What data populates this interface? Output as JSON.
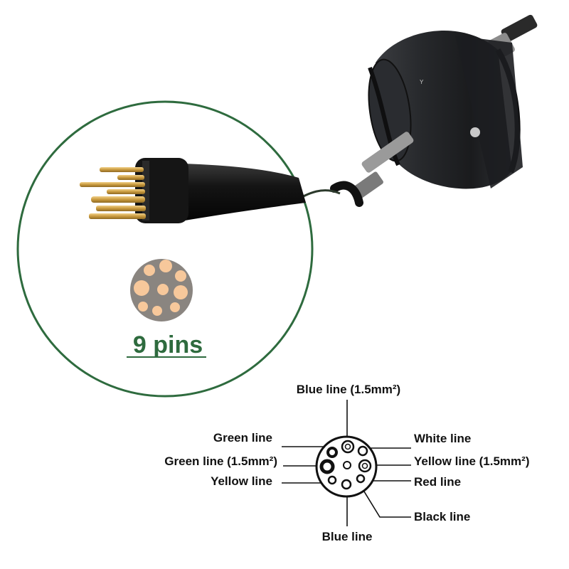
{
  "pin_count_label": "9 pins",
  "labels": {
    "top": "Blue line (1.5mm²)",
    "green": "Green line",
    "green_thick": "Green line (1.5mm²)",
    "yellow": "Yellow line",
    "white": "White line",
    "yellow_thick": "Yellow line (1.5mm²)",
    "red": "Red line",
    "black": "Black line",
    "bottom": "Blue line"
  },
  "colors": {
    "circle_green": "#2e6b3e",
    "pin_face": "#8a8580",
    "pin_gold": "#f7c89b",
    "motor_body": "#1f2124",
    "cable": "#141414"
  },
  "icons": {
    "motor": "hub-motor-icon",
    "connector": "connector-pins-icon"
  }
}
